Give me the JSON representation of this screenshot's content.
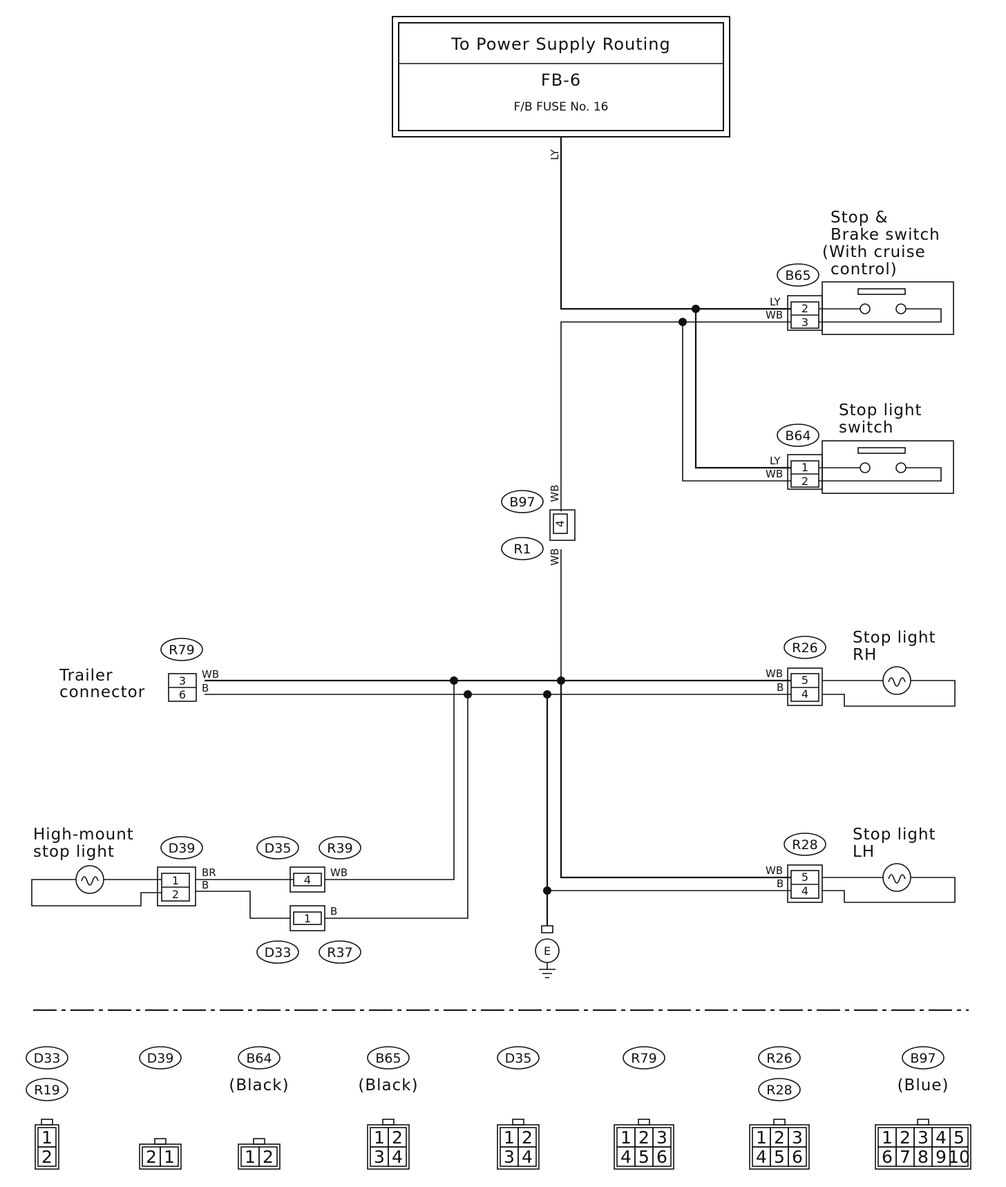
{
  "header": {
    "title": "To Power Supply Routing",
    "code": "FB-6",
    "fuse": "F/B FUSE No. 16"
  },
  "wires": {
    "ly": "LY",
    "wb": "WB",
    "b": "B",
    "br": "BR"
  },
  "components": {
    "b65": {
      "code": "B65",
      "name_lines": [
        "Stop &",
        "Brake switch",
        "(With cruise",
        "control)"
      ],
      "pins": [
        "2",
        "3"
      ]
    },
    "b64": {
      "code": "B64",
      "name_lines": [
        "Stop light",
        "switch"
      ],
      "pins": [
        "1",
        "2"
      ]
    },
    "b97": {
      "code": "B97",
      "pin": "4"
    },
    "r1": {
      "code": "R1"
    },
    "r79": {
      "code": "R79",
      "name_lines": [
        "Trailer",
        "connector"
      ],
      "pins": [
        "3",
        "6"
      ]
    },
    "r26": {
      "code": "R26",
      "name_lines": [
        "Stop light",
        "RH"
      ],
      "pins": [
        "5",
        "4"
      ]
    },
    "r28": {
      "code": "R28",
      "name_lines": [
        "Stop light",
        "LH"
      ],
      "pins": [
        "5",
        "4"
      ]
    },
    "d39": {
      "code": "D39",
      "name_lines": [
        "High-mount",
        "stop light"
      ],
      "pins": [
        "1",
        "2"
      ]
    },
    "d35": {
      "code": "D35"
    },
    "r39": {
      "code": "R39",
      "pin": "4"
    },
    "d33": {
      "code": "D33"
    },
    "r37": {
      "code": "R37",
      "pin": "1"
    },
    "ground": {
      "label": "E"
    }
  },
  "legend": [
    {
      "codes": [
        "D33",
        "R19"
      ],
      "color": "",
      "rows": [
        [
          "1"
        ],
        [
          "2"
        ]
      ]
    },
    {
      "codes": [
        "D39"
      ],
      "color": "",
      "rows": [
        [
          "2",
          "1"
        ]
      ]
    },
    {
      "codes": [
        "B64"
      ],
      "color": "(Black)",
      "rows": [
        [
          "1",
          "2"
        ]
      ]
    },
    {
      "codes": [
        "B65"
      ],
      "color": "(Black)",
      "rows": [
        [
          "1",
          "2"
        ],
        [
          "3",
          "4"
        ]
      ]
    },
    {
      "codes": [
        "D35"
      ],
      "color": "",
      "rows": [
        [
          "1",
          "2"
        ],
        [
          "3",
          "4"
        ]
      ]
    },
    {
      "codes": [
        "R79"
      ],
      "color": "",
      "rows": [
        [
          "1",
          "2",
          "3"
        ],
        [
          "4",
          "5",
          "6"
        ]
      ]
    },
    {
      "codes": [
        "R26",
        "R28"
      ],
      "color": "",
      "rows": [
        [
          "1",
          "2",
          "3"
        ],
        [
          "4",
          "5",
          "6"
        ]
      ]
    },
    {
      "codes": [
        "B97"
      ],
      "color": "(Blue)",
      "rows": [
        [
          "1",
          "2",
          "3",
          "4",
          "5"
        ],
        [
          "6",
          "7",
          "8",
          "9",
          "10"
        ]
      ]
    }
  ]
}
